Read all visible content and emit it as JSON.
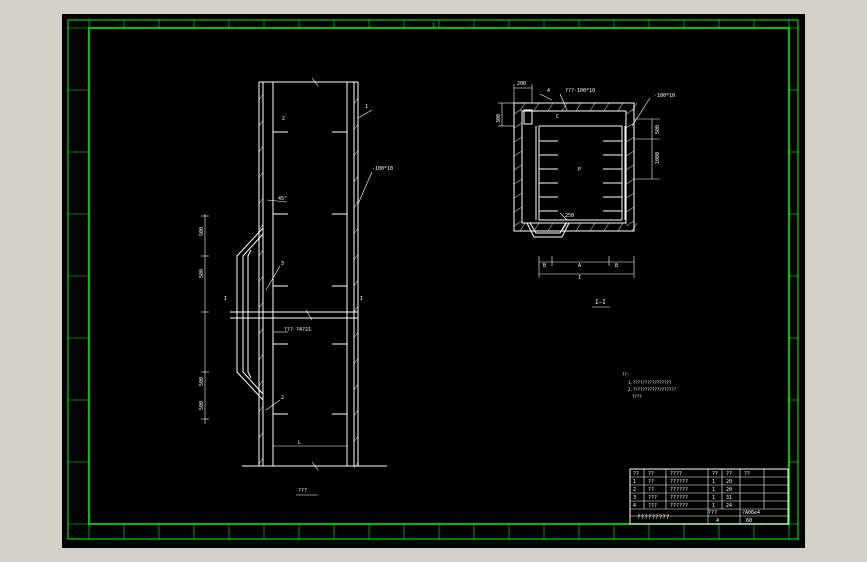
{
  "drawing": {
    "top_mark": "1",
    "elevation": {
      "view_label": "???",
      "labels": {
        "lbl1": "1",
        "lbl2": "2",
        "lbl3": "3",
        "lbl2b": "2",
        "angle": "45°",
        "pipe": "-100*10",
        "chan": "???\n?4?21",
        "L": "L",
        "I": "I",
        "Ir": "I"
      },
      "dims": [
        "500",
        "500",
        "500",
        "500"
      ]
    },
    "section": {
      "view_label": "I—I",
      "labels": {
        "d200a": "200",
        "n4": "4",
        "note1": "???-100*10",
        "note2": "-100*10",
        "d300": "300",
        "d500": "500",
        "d1000": "1000",
        "P": "P",
        "d250": "250",
        "C": "C",
        "B1": "B",
        "A": "A",
        "B2": "B",
        "I": "I"
      }
    },
    "notes": [
      "??:",
      "1.????????????????",
      "2.??????????????????",
      "????"
    ],
    "title_block": {
      "header": [
        "??",
        "??",
        "????",
        "??",
        "??",
        "??"
      ],
      "rows": [
        [
          "1",
          "??",
          "??????",
          "1",
          "20",
          ""
        ],
        [
          "2",
          "??",
          "??????",
          "1",
          "20",
          ""
        ],
        [
          "3",
          "???",
          "??????",
          "1",
          "31",
          ""
        ],
        [
          "4",
          "???",
          "??????",
          "1",
          "24",
          ""
        ]
      ],
      "footer_title": "?????????",
      "footer_k1": "???",
      "footer_v1": "?A06e4",
      "footer_k2": "4",
      "footer_v2": "60"
    }
  }
}
